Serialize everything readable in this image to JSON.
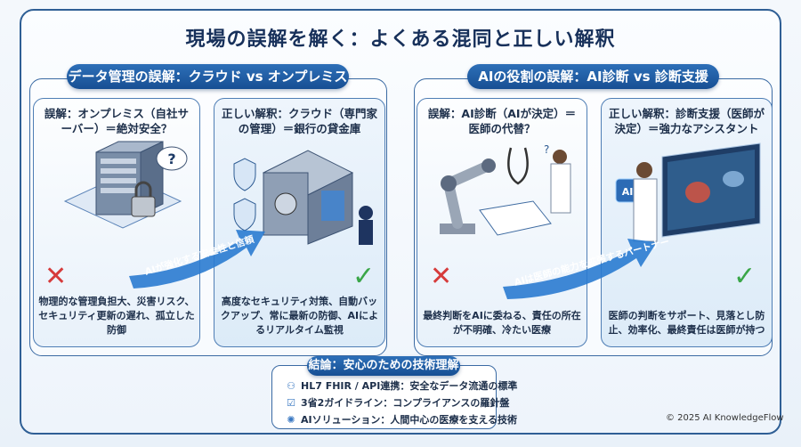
{
  "title": "現場の誤解を解く：よくある混同と正しい解釈",
  "sections": [
    {
      "heading": "データ管理の誤解：クラウド vs オンプレミス",
      "wrong": {
        "heading": "誤解：オンプレミス（自社サーバー）＝絶対安全？",
        "body": "物理的な管理負担大、災害リスク、セキュリティ更新の遅れ、孤立した防御",
        "icon": "server-lock-icon"
      },
      "right": {
        "heading": "正しい解釈：クラウド（専門家の管理）＝銀行の貸金庫",
        "body": "高度なセキュリティ対策、自動バックアップ、常に最新の防御、AIによるリアルタイム監視",
        "icon": "vault-guard-icon"
      },
      "arrow": "AIが強化する安全性と信頼"
    },
    {
      "heading": "AIの役割の誤解：AI診断 vs 診断支援",
      "wrong": {
        "heading": "誤解：AI診断（AIが決定）＝医師の代替？",
        "body": "最終判断をAIに委ねる、責任の所在が不明確、冷たい医療",
        "icon": "robot-arm-icon"
      },
      "right": {
        "heading": "正しい解釈：診断支援（医師が決定）＝強力なアシスタント",
        "body": "医師の判断をサポート、見落とし防止、効率化、最終責任は医師が持つ",
        "icon": "doctor-monitor-icon"
      },
      "arrow": "AIは医師の能力を拡張するパートナー"
    }
  ],
  "marks": {
    "wrong": "✕",
    "right": "✓",
    "wrong_color": "#d63b3b",
    "right_color": "#3aa648"
  },
  "conclusion": {
    "heading": "結論：安心のための技術理解",
    "items": [
      {
        "icon": "network-icon",
        "text": "HL7 FHIR / API連携：安全なデータ流通の標準"
      },
      {
        "icon": "checklist-icon",
        "text": "3省2ガイドライン：コンプライアンスの羅針盤"
      },
      {
        "icon": "ai-chip-icon",
        "text": "AIソリューション：人間中心の医療を支える技術"
      }
    ]
  },
  "copyright": "© 2025 AI KnowledgeFlow",
  "colors": {
    "primary": "#1d5aa0",
    "frame": "#2f5f95"
  }
}
